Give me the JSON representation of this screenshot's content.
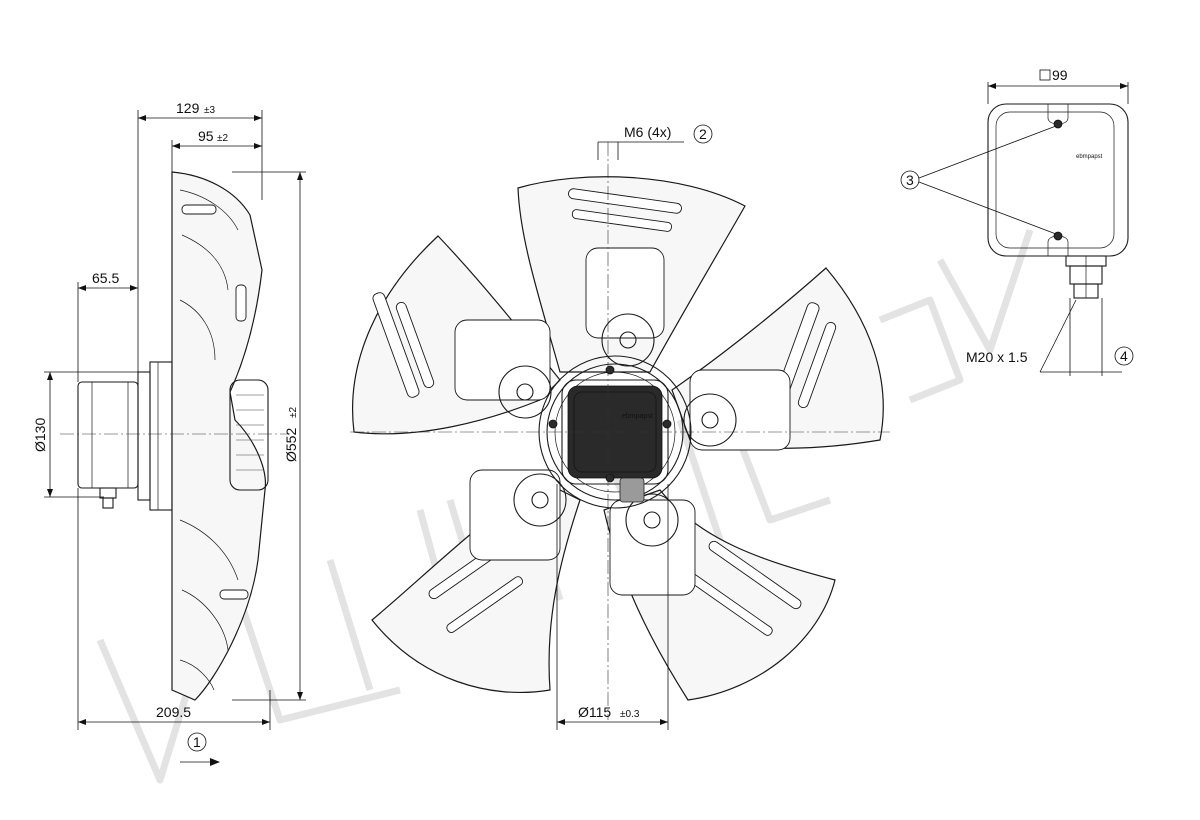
{
  "dimensions": {
    "overall_depth": "129",
    "overall_depth_tol": "±3",
    "blade_depth": "95",
    "blade_depth_tol": "±2",
    "motor_offset": "65.5",
    "motor_diameter": "Ø130",
    "fan_diameter": "Ø552",
    "fan_diameter_tol": "±2",
    "base_length": "209.5",
    "hub_bolt_circle": "Ø115",
    "hub_bolt_circle_tol": "±0.3",
    "mount_thread": "M6 (4x)",
    "box_size": "99",
    "gland_thread": "M20 x 1.5"
  },
  "callouts": {
    "c1": "1",
    "c2": "2",
    "c3": "3",
    "c4": "4"
  },
  "labels": {
    "brand_box": "ebmpapst",
    "brand_hub": "ebmpapst"
  },
  "icons": {
    "airflow": "arrow-right-icon",
    "square": "square-symbol-icon"
  }
}
